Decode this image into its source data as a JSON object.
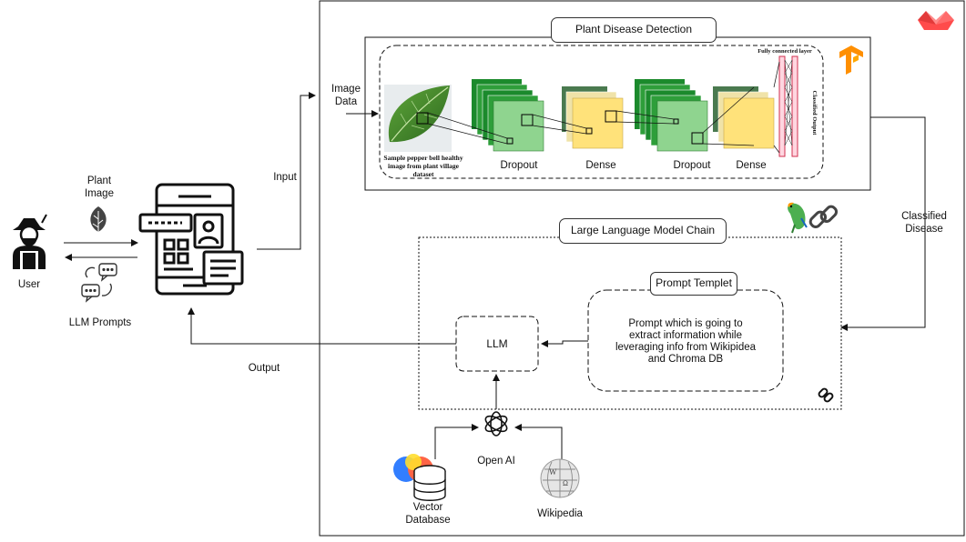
{
  "user": {
    "label": "User"
  },
  "plant_image": {
    "label_line1": "Plant",
    "label_line2": "Image"
  },
  "llm_prompts": {
    "label": "LLM Prompts"
  },
  "input_label": "Input",
  "output_label": "Output",
  "disease_detection": {
    "title": "Plant Disease Detection",
    "image_data_line1": "Image",
    "image_data_line2": "Data",
    "leaf_caption_line1": "Sample pepper bell healthy",
    "leaf_caption_line2": "image from plant village",
    "leaf_caption_line3": "dataset",
    "fully_connected": "Fully connected layer",
    "classified_output": "Classified Output",
    "layers": [
      "Dropout",
      "Dense",
      "Dropout",
      "Dense"
    ]
  },
  "classified_disease": {
    "line1": "Classified",
    "line2": "Disease"
  },
  "llm_chain": {
    "title": "Large Language Model Chain",
    "llm": "LLM",
    "prompt_title": "Prompt Templet",
    "prompt_line1": "Prompt which is going to",
    "prompt_line2": "extract information while",
    "prompt_line3": "leveraging info from Wikipidea",
    "prompt_line4": "and Chroma DB"
  },
  "openai": {
    "label": "Open AI"
  },
  "vector_db": {
    "line1": "Vector",
    "line2": "Database"
  },
  "wikipedia": {
    "label": "Wikipedia"
  },
  "colors": {
    "green_dark": "#1b8a2c",
    "green_light": "#8fd48f",
    "yellow": "#ffe27a",
    "tensorflow_orange": "#ff8f00",
    "streamlit_red": "#ff4b4b"
  }
}
